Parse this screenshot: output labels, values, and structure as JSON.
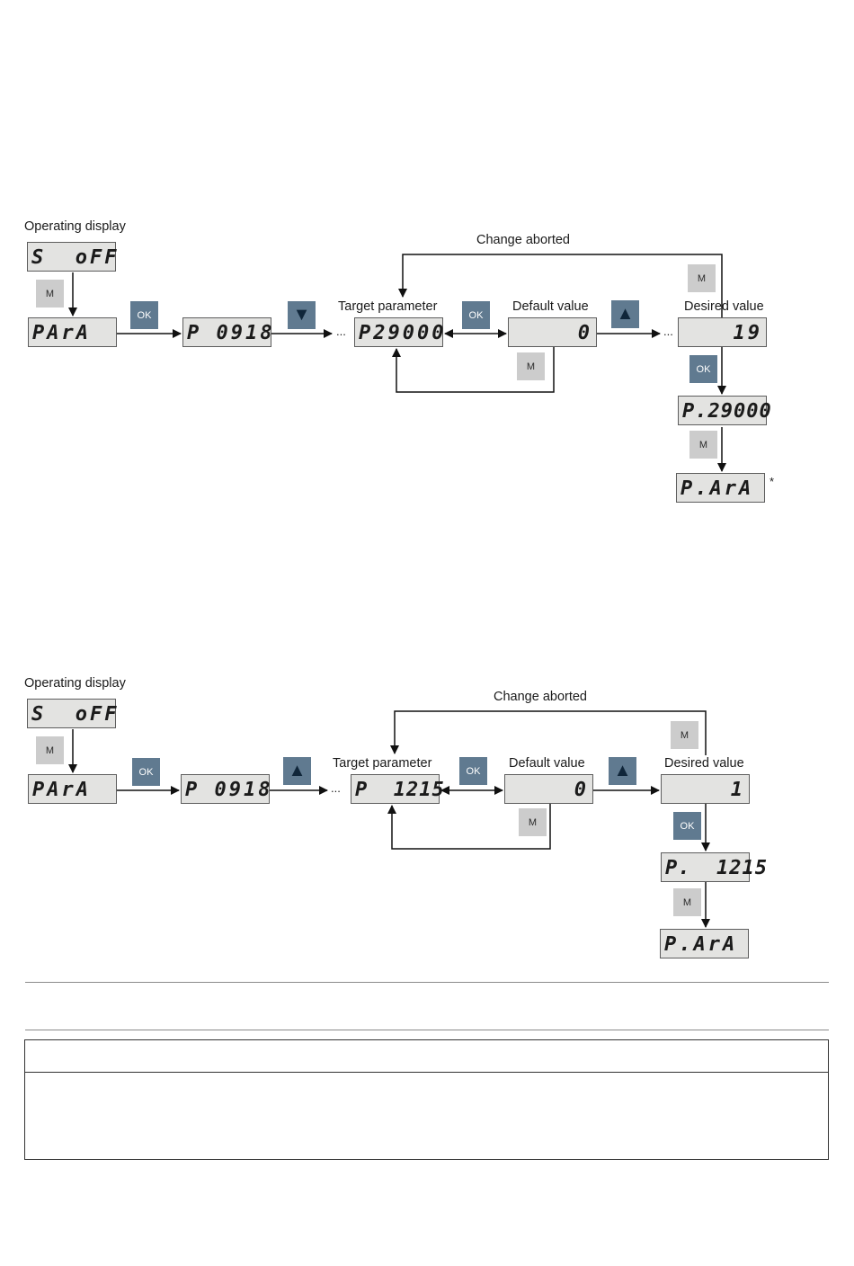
{
  "diagram1": {
    "operating_label": "Operating display",
    "change_aborted_label": "Change aborted",
    "target_label": "Target parameter",
    "default_label": "Default value",
    "desired_label": "Desired value",
    "displays": {
      "soff": "S  oFF",
      "para": "PArA",
      "p0918": "P 0918",
      "target": "P29000",
      "default": "0",
      "desired": "19",
      "saved": "P.29000",
      "final": "P.ArA"
    },
    "keys": {
      "m": "M",
      "ok": "OK",
      "down": "▼",
      "up": "▲"
    },
    "ellipsis": "...",
    "footnote_mark": "*"
  },
  "diagram2": {
    "operating_label": "Operating display",
    "change_aborted_label": "Change aborted",
    "target_label": "Target parameter",
    "default_label": "Default value",
    "desired_label": "Desired value",
    "displays": {
      "soff": "S  oFF",
      "para": "PArA",
      "p0918": "P 0918",
      "target": "P  1215",
      "default": "0",
      "desired": "1",
      "saved": "P.  1215",
      "final": "P.ArA"
    },
    "keys": {
      "m": "M",
      "ok": "OK",
      "up": "▲"
    },
    "ellipsis": "..."
  },
  "colors": {
    "display_bg": "#e3e3e1",
    "key_m": "#cccccc",
    "key_ok": "#607a90"
  }
}
